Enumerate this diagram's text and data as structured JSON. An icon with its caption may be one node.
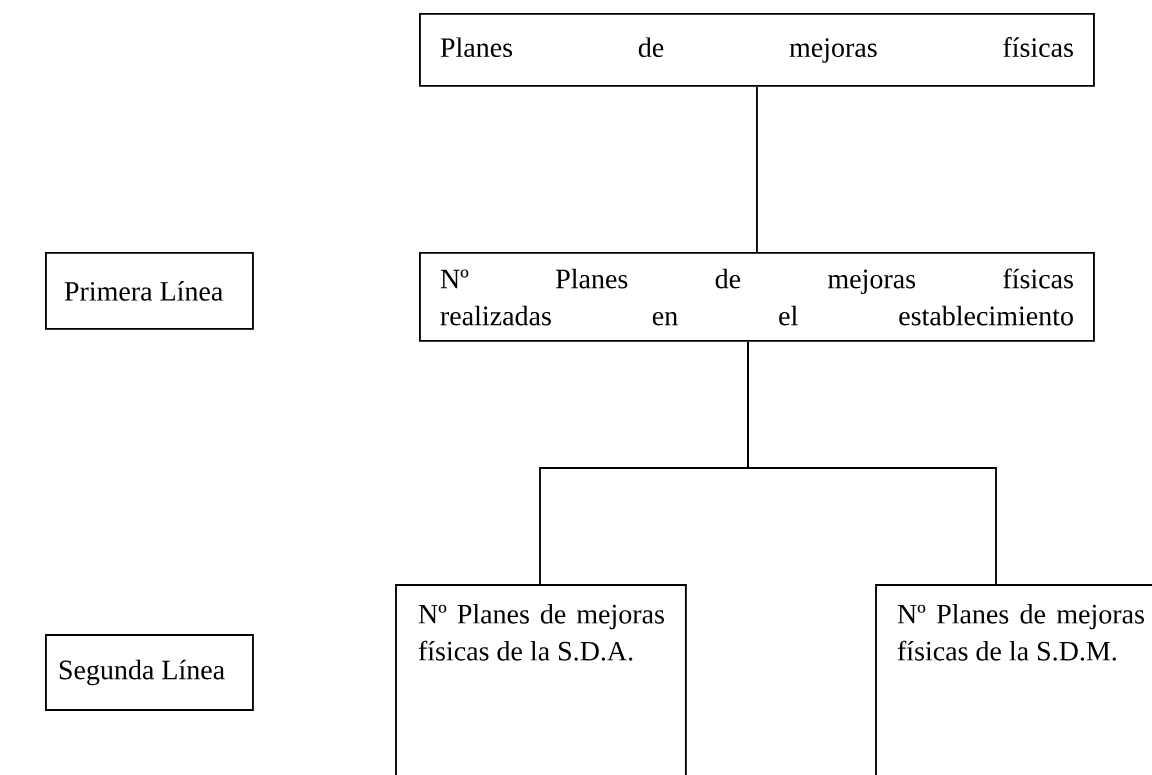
{
  "diagram": {
    "nodes": [
      {
        "text": [
          "Planes de mejoras físicas"
        ]
      },
      {
        "text": [
          "Primera Línea"
        ]
      },
      {
        "text": [
          "Nº Planes de mejoras físicas realizadas en el establecimiento"
        ]
      },
      {
        "text": [
          "Segunda Línea"
        ]
      },
      {
        "text": [
          "Nº Planes de mejoras físicas de la S.D.A."
        ]
      },
      {
        "text": [
          "Nº Planes de mejoras físicas de la S.D.M."
        ]
      }
    ],
    "edges": [
      {
        "from": 0,
        "to": 2,
        "arrow": "none"
      },
      {
        "from": 2,
        "to": 4,
        "arrow": "none"
      },
      {
        "from": 2,
        "to": 5,
        "arrow": "none"
      }
    ]
  }
}
